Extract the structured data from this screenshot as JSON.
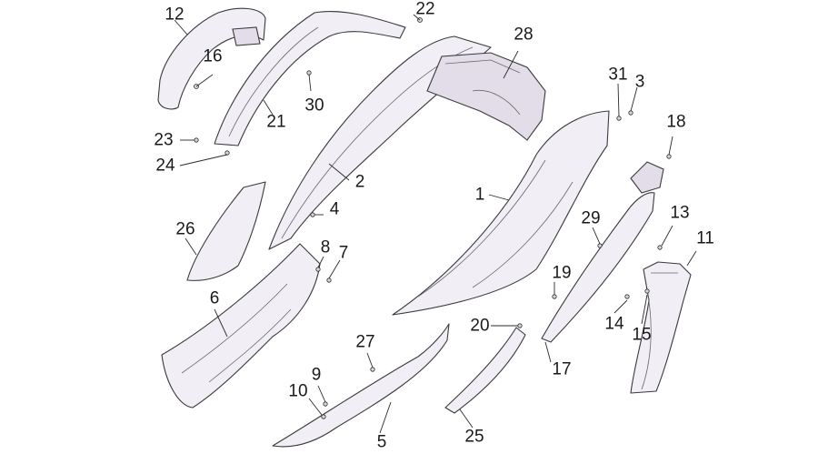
{
  "callouts": [
    {
      "id": "1",
      "label": "1"
    },
    {
      "id": "2",
      "label": "2"
    },
    {
      "id": "3",
      "label": "3"
    },
    {
      "id": "4",
      "label": "4"
    },
    {
      "id": "5",
      "label": "5"
    },
    {
      "id": "6",
      "label": "6"
    },
    {
      "id": "7",
      "label": "7"
    },
    {
      "id": "8",
      "label": "8"
    },
    {
      "id": "9",
      "label": "9"
    },
    {
      "id": "10",
      "label": "10"
    },
    {
      "id": "11",
      "label": "11"
    },
    {
      "id": "12",
      "label": "12"
    },
    {
      "id": "13",
      "label": "13"
    },
    {
      "id": "14",
      "label": "14"
    },
    {
      "id": "15",
      "label": "15"
    },
    {
      "id": "16",
      "label": "16"
    },
    {
      "id": "17",
      "label": "17"
    },
    {
      "id": "18",
      "label": "18"
    },
    {
      "id": "19",
      "label": "19"
    },
    {
      "id": "20",
      "label": "20"
    },
    {
      "id": "21",
      "label": "21"
    },
    {
      "id": "22",
      "label": "22"
    },
    {
      "id": "23",
      "label": "23"
    },
    {
      "id": "24",
      "label": "24"
    },
    {
      "id": "25",
      "label": "25"
    },
    {
      "id": "26",
      "label": "26"
    },
    {
      "id": "27",
      "label": "27"
    },
    {
      "id": "28",
      "label": "28"
    },
    {
      "id": "29",
      "label": "29"
    },
    {
      "id": "30",
      "label": "30"
    },
    {
      "id": "31",
      "label": "31"
    }
  ],
  "colors": {
    "line": "#3a3a3a",
    "part_fill": "#f1eef5",
    "background": "#ffffff"
  }
}
